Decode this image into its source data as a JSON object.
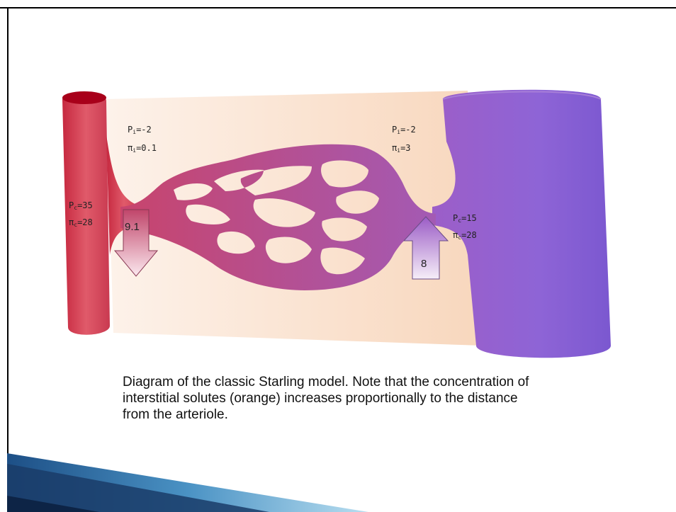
{
  "labels": {
    "art_pi_left": {
      "p": "P",
      "sub": "i",
      "val": "=-2"
    },
    "art_oi_left": {
      "p": "π",
      "sub": "i",
      "val": "=0.1"
    },
    "ven_pi_right": {
      "p": "P",
      "sub": "i",
      "val": "=-2"
    },
    "ven_oi_right": {
      "p": "π",
      "sub": "i",
      "val": "=3"
    },
    "art_pc": {
      "p": "P",
      "sub": "c",
      "val": "=35"
    },
    "art_oc": {
      "p": "π",
      "sub": "c",
      "val": "=28"
    },
    "ven_pc": {
      "p": "P",
      "sub": "c",
      "val": "=15"
    },
    "ven_oc": {
      "p": "π",
      "sub": "c",
      "val": "=28"
    }
  },
  "arrows": {
    "out_value": "9.1",
    "in_value": "8"
  },
  "caption": "Diagram of the classic Starling model. Note that the concentration of interstitial solutes (orange) increases proportionally to the distance from the arteriole.",
  "colors": {
    "arteriole": "#d84a5e",
    "venule": "#8e5cd0",
    "capillary": "#c2457a",
    "interstitium": "#fbe3cf",
    "accent_dark": "#12315a",
    "accent_light": "#8fc4e0"
  }
}
